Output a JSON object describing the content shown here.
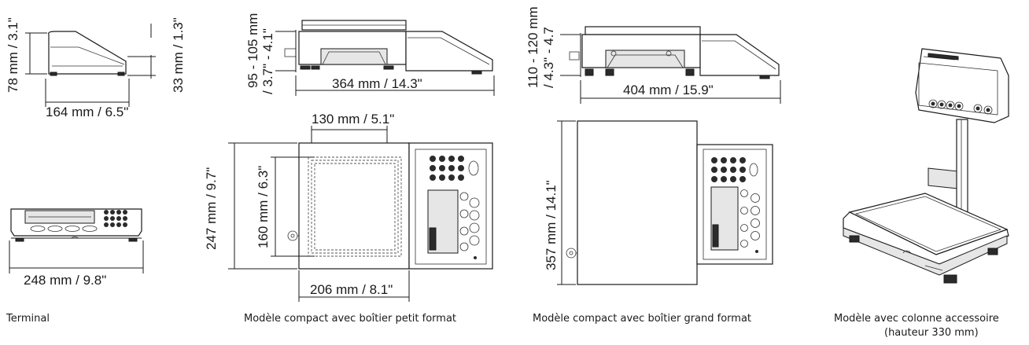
{
  "figures": [
    {
      "id": "terminal",
      "caption": "Terminal",
      "dims": {
        "height": "78 mm / 3.1\"",
        "height_front": "33 mm / 1.3\"",
        "depth": "164 mm / 6.5\"",
        "width": "248 mm / 9.8\""
      }
    },
    {
      "id": "compact-small",
      "caption": "Modèle compact avec boîtier petit format",
      "dims": {
        "height": "95 - 105 mm",
        "height_in": "/ 3.7\" - 4.1\"",
        "total_depth": "364 mm / 14.3\"",
        "pan_width": "130 mm / 5.1\"",
        "total_width": "247 mm / 9.7\"",
        "pan_depth": "160 mm / 6.3\"",
        "base_width": "206 mm / 8.1\""
      }
    },
    {
      "id": "compact-large",
      "caption": "Modèle compact avec boîtier grand format",
      "dims": {
        "height": "110 - 120 mm",
        "height_in": "/ 4.3\" - 4.7",
        "total_depth": "404 mm / 15.9\"",
        "total_width": "357 mm / 14.1\""
      }
    },
    {
      "id": "column",
      "caption": "Modèle avec colonne accessoire",
      "caption2": "(hauteur 330 mm)"
    }
  ]
}
